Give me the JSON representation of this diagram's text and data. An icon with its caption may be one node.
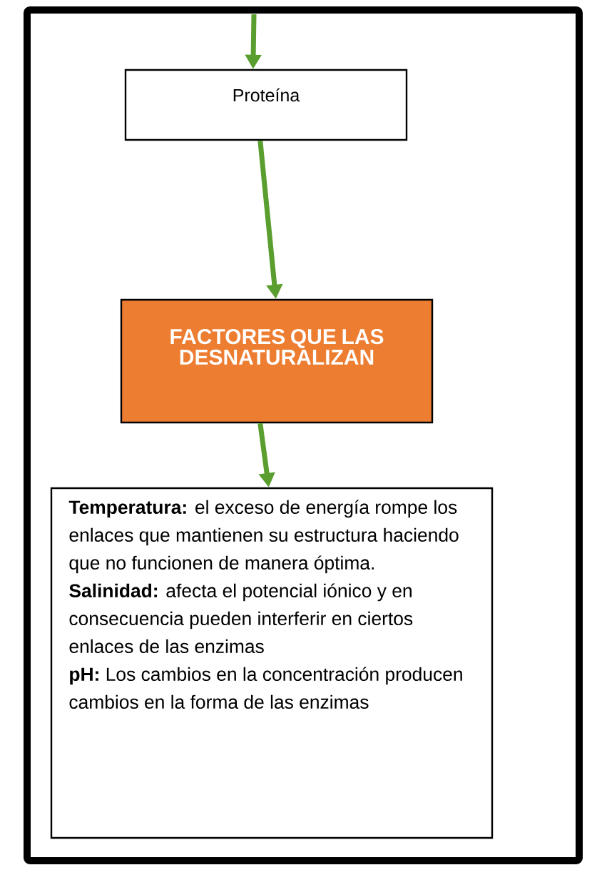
{
  "diagram": {
    "nodes": [
      {
        "text": [
          "Proteína"
        ]
      },
      {
        "text": [
          "FACTORES QUE LAS DESNATURALIZAN"
        ]
      },
      {
        "text": [
          "**Temperatura:** el exceso de energía rompe los enlaces que mantienen su estructura haciendo que no funcionen de manera óptima.",
          "**Salinidad:** afecta el potencial iónico y en consecuencia pueden interferir en ciertos enlaces de las enzimas",
          "**pH:** Los cambios en la concentración producen cambios en la forma de las enzimas"
        ]
      }
    ],
    "edges": [
      {
        "from": null,
        "to": 0,
        "arrow": "to"
      },
      {
        "from": 0,
        "to": 1,
        "arrow": "to"
      },
      {
        "from": 1,
        "to": 2,
        "arrow": "to"
      }
    ]
  }
}
